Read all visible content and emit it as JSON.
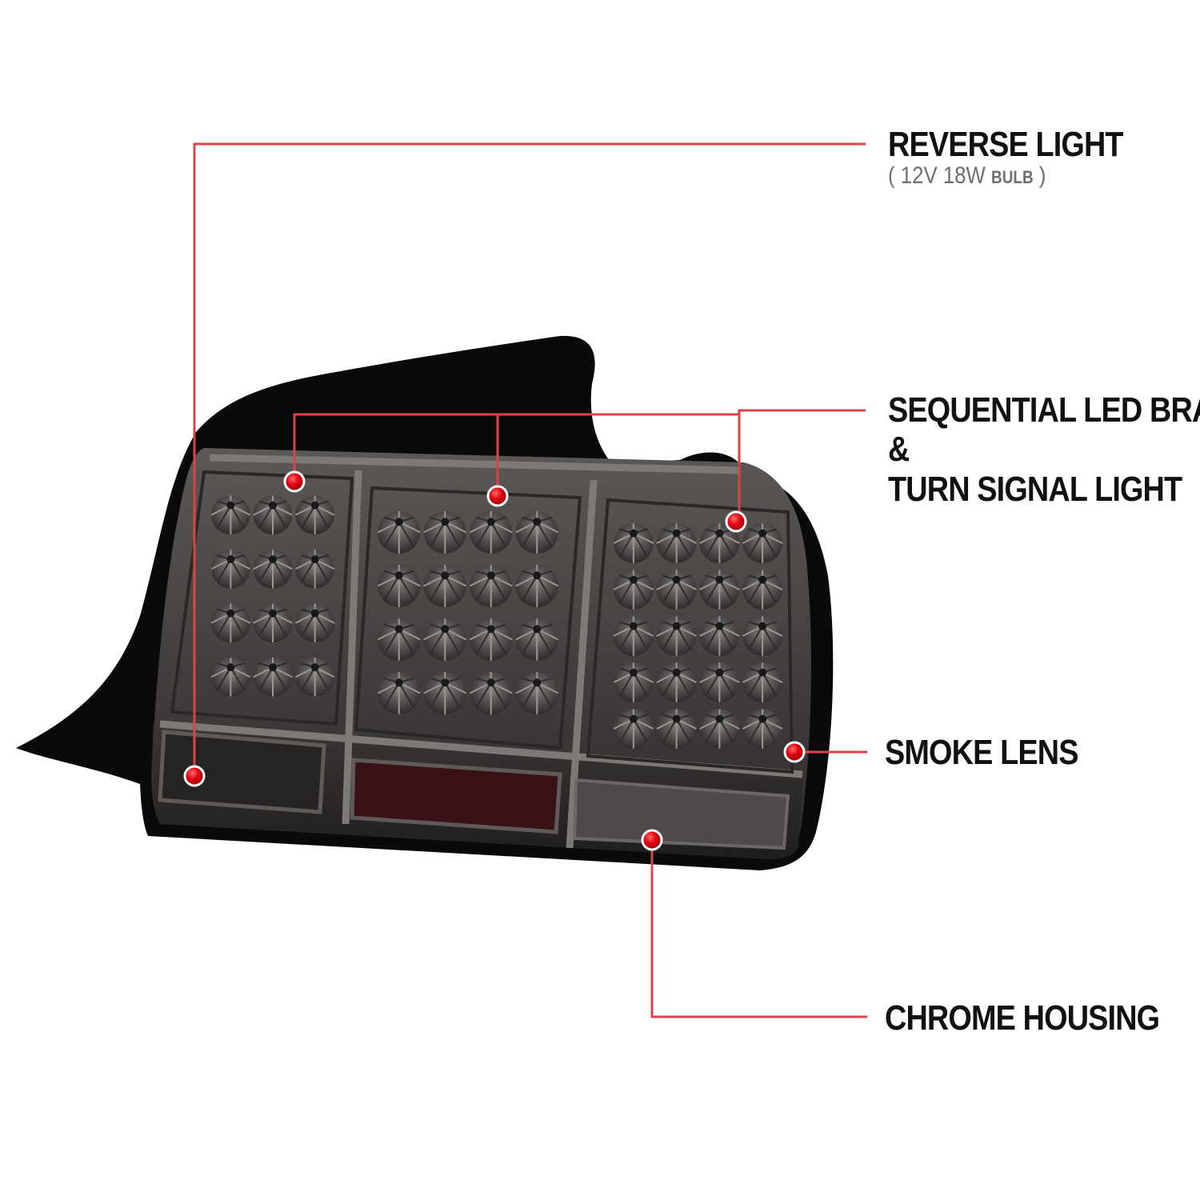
{
  "colors": {
    "callout_line": "#d9434a",
    "callout_dot": "#e0000f",
    "housing": "#0a0a0a",
    "lens": "#4a4745",
    "label_text": "#111111",
    "spec_text": "#6e6e6e"
  },
  "callouts": {
    "reverse_light": {
      "title": "REVERSE LIGHT",
      "spec_open": "( ",
      "spec_value": "12V 18W ",
      "spec_unit": "BULB",
      "spec_close": " )"
    },
    "sequential": {
      "line1": "SEQUENTIAL LED BRAKE",
      "line2": "&",
      "line3": "TURN SIGNAL LIGHT"
    },
    "smoke_lens": {
      "title": "SMOKE LENS"
    },
    "chrome_housing": {
      "title": "CHROME HOUSING"
    }
  }
}
